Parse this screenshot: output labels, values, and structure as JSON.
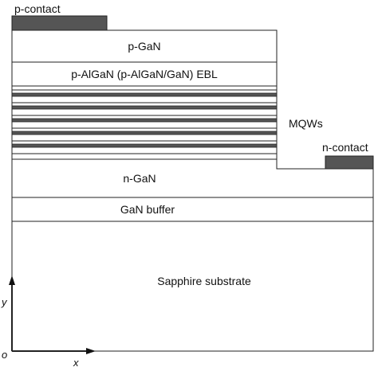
{
  "diagram": {
    "labels": {
      "p_contact": "p-contact",
      "p_gan": "p-GaN",
      "ebl": "p-AlGaN (p-AlGaN/GaN) EBL",
      "mqws": "MQWs",
      "n_contact": "n-contact",
      "n_gan": "n-GaN",
      "buffer": "GaN buffer",
      "substrate": "Sapphire substrate",
      "axis_y": "y",
      "axis_origin": "o",
      "axis_x": "x"
    },
    "colors": {
      "contact_fill": "#555555",
      "line": "#222222",
      "background": "#ffffff"
    },
    "mqw_dark_layers": 5
  }
}
